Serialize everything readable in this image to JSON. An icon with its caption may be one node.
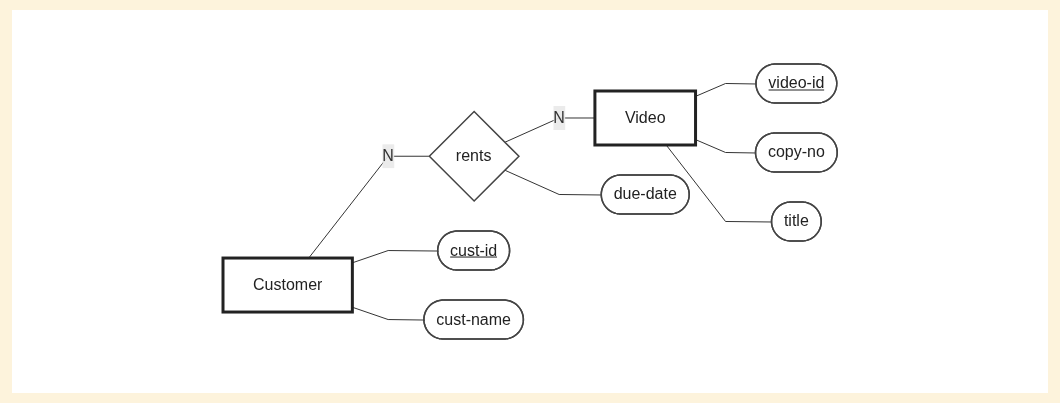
{
  "diagram": {
    "nodes": [
      {
        "text": [
          "Customer"
        ]
      },
      {
        "text": [
          "rents"
        ]
      },
      {
        "text": [
          "Video"
        ]
      },
      {
        "text": [
          "cust-id"
        ]
      },
      {
        "text": [
          "cust-name"
        ]
      },
      {
        "text": [
          "due-date"
        ]
      },
      {
        "text": [
          "video-id"
        ]
      },
      {
        "text": [
          "copy-no"
        ]
      },
      {
        "text": [
          "title"
        ]
      }
    ],
    "edges": [
      {
        "from": 0,
        "to": 1,
        "arrow": "none",
        "label": "N"
      },
      {
        "from": 1,
        "to": 2,
        "arrow": "none",
        "label": "N"
      },
      {
        "from": 0,
        "to": 3,
        "arrow": "none"
      },
      {
        "from": 0,
        "to": 4,
        "arrow": "none"
      },
      {
        "from": 1,
        "to": 5,
        "arrow": "none"
      },
      {
        "from": 2,
        "to": 6,
        "arrow": "none"
      },
      {
        "from": 2,
        "to": 7,
        "arrow": "none"
      },
      {
        "from": 2,
        "to": 8,
        "arrow": "none"
      }
    ]
  }
}
